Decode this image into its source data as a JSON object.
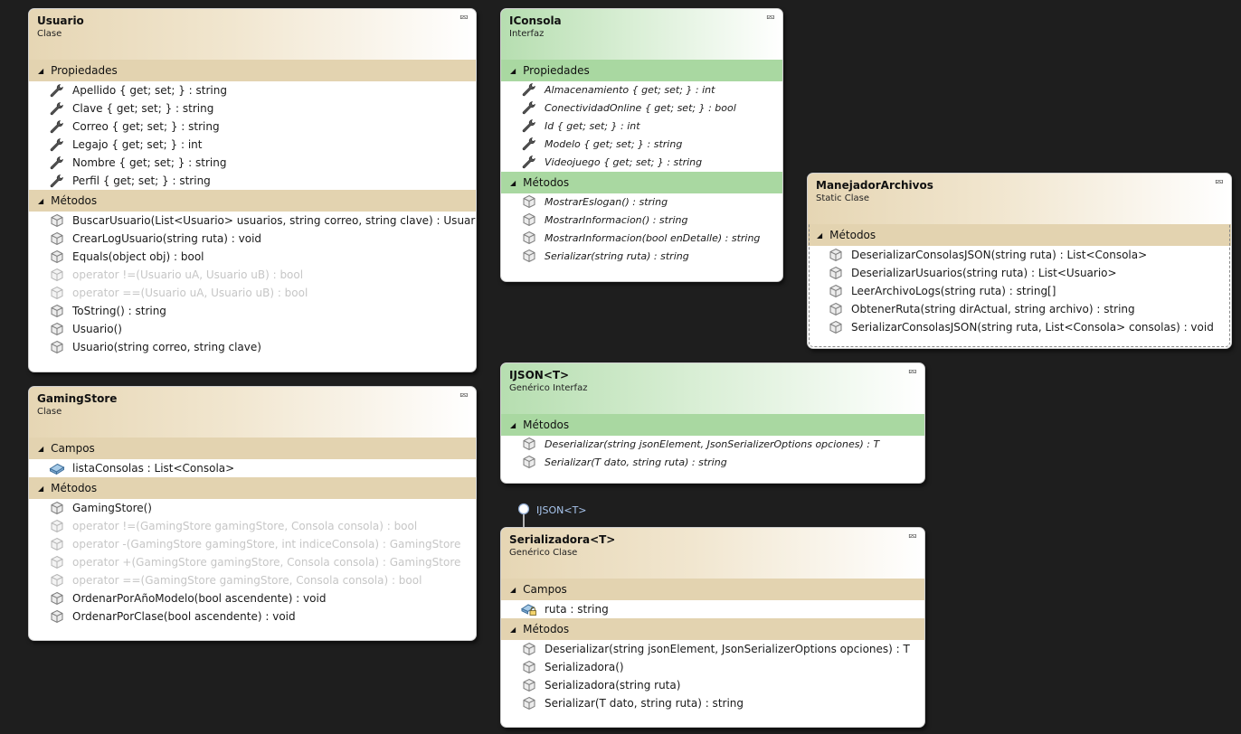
{
  "boxes": {
    "usuario": {
      "name": "Usuario",
      "kind": "Clase",
      "sections": [
        {
          "title": "Propiedades",
          "members": [
            "Apellido { get; set; } : string",
            "Clave { get; set; } : string",
            "Correo { get; set; } : string",
            "Legajo { get; set; } : int",
            "Nombre { get; set; } : string",
            "Perfil { get; set; } : string"
          ]
        },
        {
          "title": "Métodos",
          "members": [
            "BuscarUsuario(List<Usuario> usuarios, string correo, string clave) : Usuario",
            "CrearLogUsuario(string ruta) : void",
            "Equals(object obj) : bool",
            "operator !=(Usuario uA, Usuario uB) : bool",
            "operator ==(Usuario uA, Usuario uB) : bool",
            "ToString() : string",
            "Usuario()",
            "Usuario(string correo, string clave)"
          ]
        }
      ]
    },
    "gamingstore": {
      "name": "GamingStore",
      "kind": "Clase",
      "sections": [
        {
          "title": "Campos",
          "members": [
            "listaConsolas : List<Consola>"
          ]
        },
        {
          "title": "Métodos",
          "members": [
            "GamingStore()",
            "operator !=(GamingStore gamingStore, Consola consola) : bool",
            "operator -(GamingStore gamingStore, int indiceConsola) : GamingStore",
            "operator +(GamingStore gamingStore, Consola consola) : GamingStore",
            "operator ==(GamingStore gamingStore, Consola consola) : bool",
            "OrdenarPorAñoModelo(bool ascendente) : void",
            "OrdenarPorClase(bool ascendente) : void"
          ]
        }
      ]
    },
    "iconsola": {
      "name": "IConsola",
      "kind": "Interfaz",
      "sections": [
        {
          "title": "Propiedades",
          "members": [
            "Almacenamiento { get; set; } : int",
            "ConectividadOnline { get; set; } : bool",
            "Id { get; set; } : int",
            "Modelo { get; set; } : string",
            "Videojuego { get; set; } : string"
          ]
        },
        {
          "title": "Métodos",
          "members": [
            "MostrarEslogan() : string",
            "MostrarInformacion() : string",
            "MostrarInformacion(bool enDetalle) : string",
            "Serializar(string ruta) : string"
          ]
        }
      ]
    },
    "ijson": {
      "name": "IJSON<T>",
      "kind": "Genérico Interfaz",
      "sections": [
        {
          "title": "Métodos",
          "members": [
            "Deserializar(string jsonElement, JsonSerializerOptions opciones) : T",
            "Serializar(T dato, string ruta) : string"
          ]
        }
      ]
    },
    "serializadora": {
      "name": "Serializadora<T>",
      "kind": "Genérico Clase",
      "sections": [
        {
          "title": "Campos",
          "members": [
            "ruta : string"
          ]
        },
        {
          "title": "Métodos",
          "members": [
            "Deserializar(string jsonElement, JsonSerializerOptions opciones) : T",
            "Serializadora()",
            "Serializadora(string ruta)",
            "Serializar(T dato, string ruta) : string"
          ]
        }
      ]
    },
    "manejador": {
      "name": "ManejadorArchivos",
      "kind": "Static Clase",
      "sections": [
        {
          "title": "Métodos",
          "members": [
            "DeserializarConsolasJSON(string ruta) : List<Consola>",
            "DeserializarUsuarios(string ruta) : List<Usuario>",
            "LeerArchivoLogs(string ruta) : string[]",
            "ObtenerRuta(string dirActual, string archivo) : string",
            "SerializarConsolasJSON(string ruta, List<Consola> consolas) : void"
          ]
        }
      ]
    }
  },
  "lollipop": {
    "label": "IJSON<T>"
  },
  "colors": {
    "background": "#1e1e1e",
    "class_section": "#e3d3b0",
    "interface_section": "#a9d8a1",
    "inherited_text": "#c6c6c6",
    "lollipop_label": "#a9c6ee"
  },
  "icons": {
    "collapse": "double-chevron-up-icon",
    "property": "wrench-icon",
    "method": "cube-icon",
    "field": "field-icon",
    "private_field": "private-field-icon",
    "section_toggle": "triangle-down-icon"
  }
}
